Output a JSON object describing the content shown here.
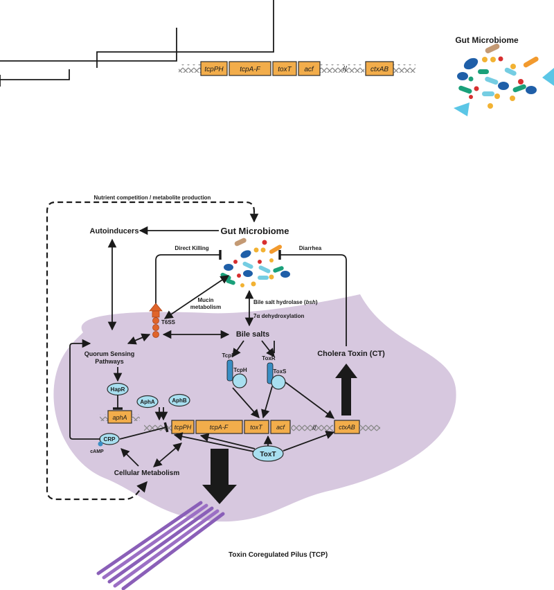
{
  "top_panel": {
    "genes": [
      "tcpPH",
      "tcpA-F",
      "toxT",
      "acf",
      "ctxAB"
    ],
    "microbiome_title": "Gut Microbiome"
  },
  "main": {
    "labels": {
      "nutrient": "Nutrient competition / metabolite production",
      "gut_microbiome": "Gut Microbiome",
      "autoinducers": "Autoinducers",
      "direct_killing": "Direct Killing",
      "diarrhea": "Diarrhea",
      "mucin_1": "Mucin",
      "mucin_2": "metabolism",
      "bsh_prefix": "Bile salt hydrolase (",
      "bsh_gene": "bsh",
      "bsh_suffix": ")",
      "dehydrox": "7α dehydroxylation",
      "t6ss": "T6SS",
      "bile_salts": "Bile salts",
      "qs_1": "Quorum Sensing",
      "qs_2": "Pathways",
      "cholera_toxin": "Cholera Toxin (CT)",
      "cellular_metabolism": "Cellular Metabolism",
      "tcp": "Toxin Coregulated Pilus (TCP)",
      "camp": "cAMP"
    },
    "proteins": {
      "tcpp": "TcpP",
      "tcph": "TcpH",
      "toxr": "ToxR",
      "toxs": "ToxS",
      "hapr": "HapR",
      "apha": "AphA",
      "aphb": "AphB",
      "crp": "CRP",
      "toxt": "ToxT"
    },
    "genes": {
      "apha": "aphA",
      "tcpph": "tcpPH",
      "tcpaf": "tcpA-F",
      "toxt": "toxT",
      "acf": "acf",
      "ctxab": "ctxAB"
    }
  },
  "colors": {
    "cell": "#d7c8df",
    "gene": "#f2ad4b",
    "protein": "#a8dff0",
    "t6ss": "#e0642a",
    "pilus": "#9b6fc4",
    "triangle": "#5bc6e6"
  }
}
